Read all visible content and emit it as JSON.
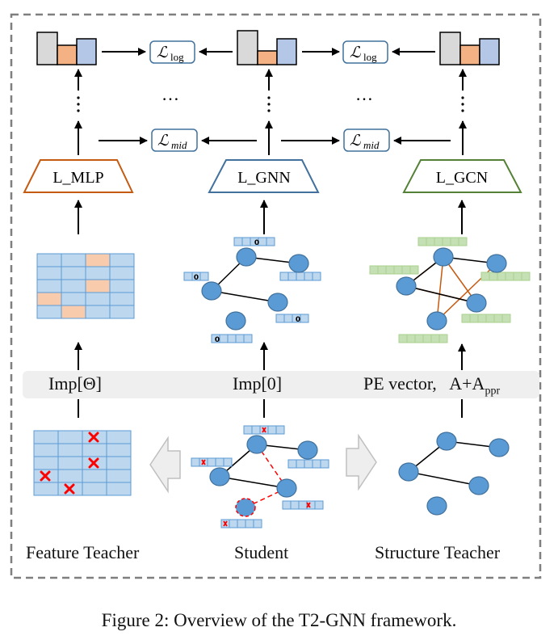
{
  "figure": {
    "losses": {
      "log": "log",
      "mid": "mid",
      "symbol": "ℒ"
    },
    "ellipsis_h": "…",
    "heads": {
      "mlp": "L_MLP",
      "gnn": "L_GNN",
      "gcn": "L_GCN"
    },
    "inputs": {
      "feature": "Imp[Θ]",
      "student": "Imp[0]",
      "structure_main": "PE vector,",
      "structure_a": "A+A",
      "structure_sub": "ppr"
    },
    "zero_mark": "0",
    "labels": {
      "feature_teacher": "Feature Teacher",
      "student": "Student",
      "structure_teacher": "Structure Teacher"
    },
    "colors": {
      "gray_bar": "#d9d9d9",
      "orange_bar": "#f4b183",
      "blue_bar": "#b4c7e7",
      "node": "#5b9bd5",
      "node_stroke": "#41719c",
      "cell": "#bdd7ee",
      "cell_highlight": "#f8cbad",
      "green_cell": "#c5e0b4",
      "mlp_border": "#c55a11",
      "gnn_border": "#41719c",
      "gcn_border": "#538135",
      "error_red": "#ff0000"
    }
  },
  "caption": "Figure 2: Overview of the T2-GNN framework."
}
